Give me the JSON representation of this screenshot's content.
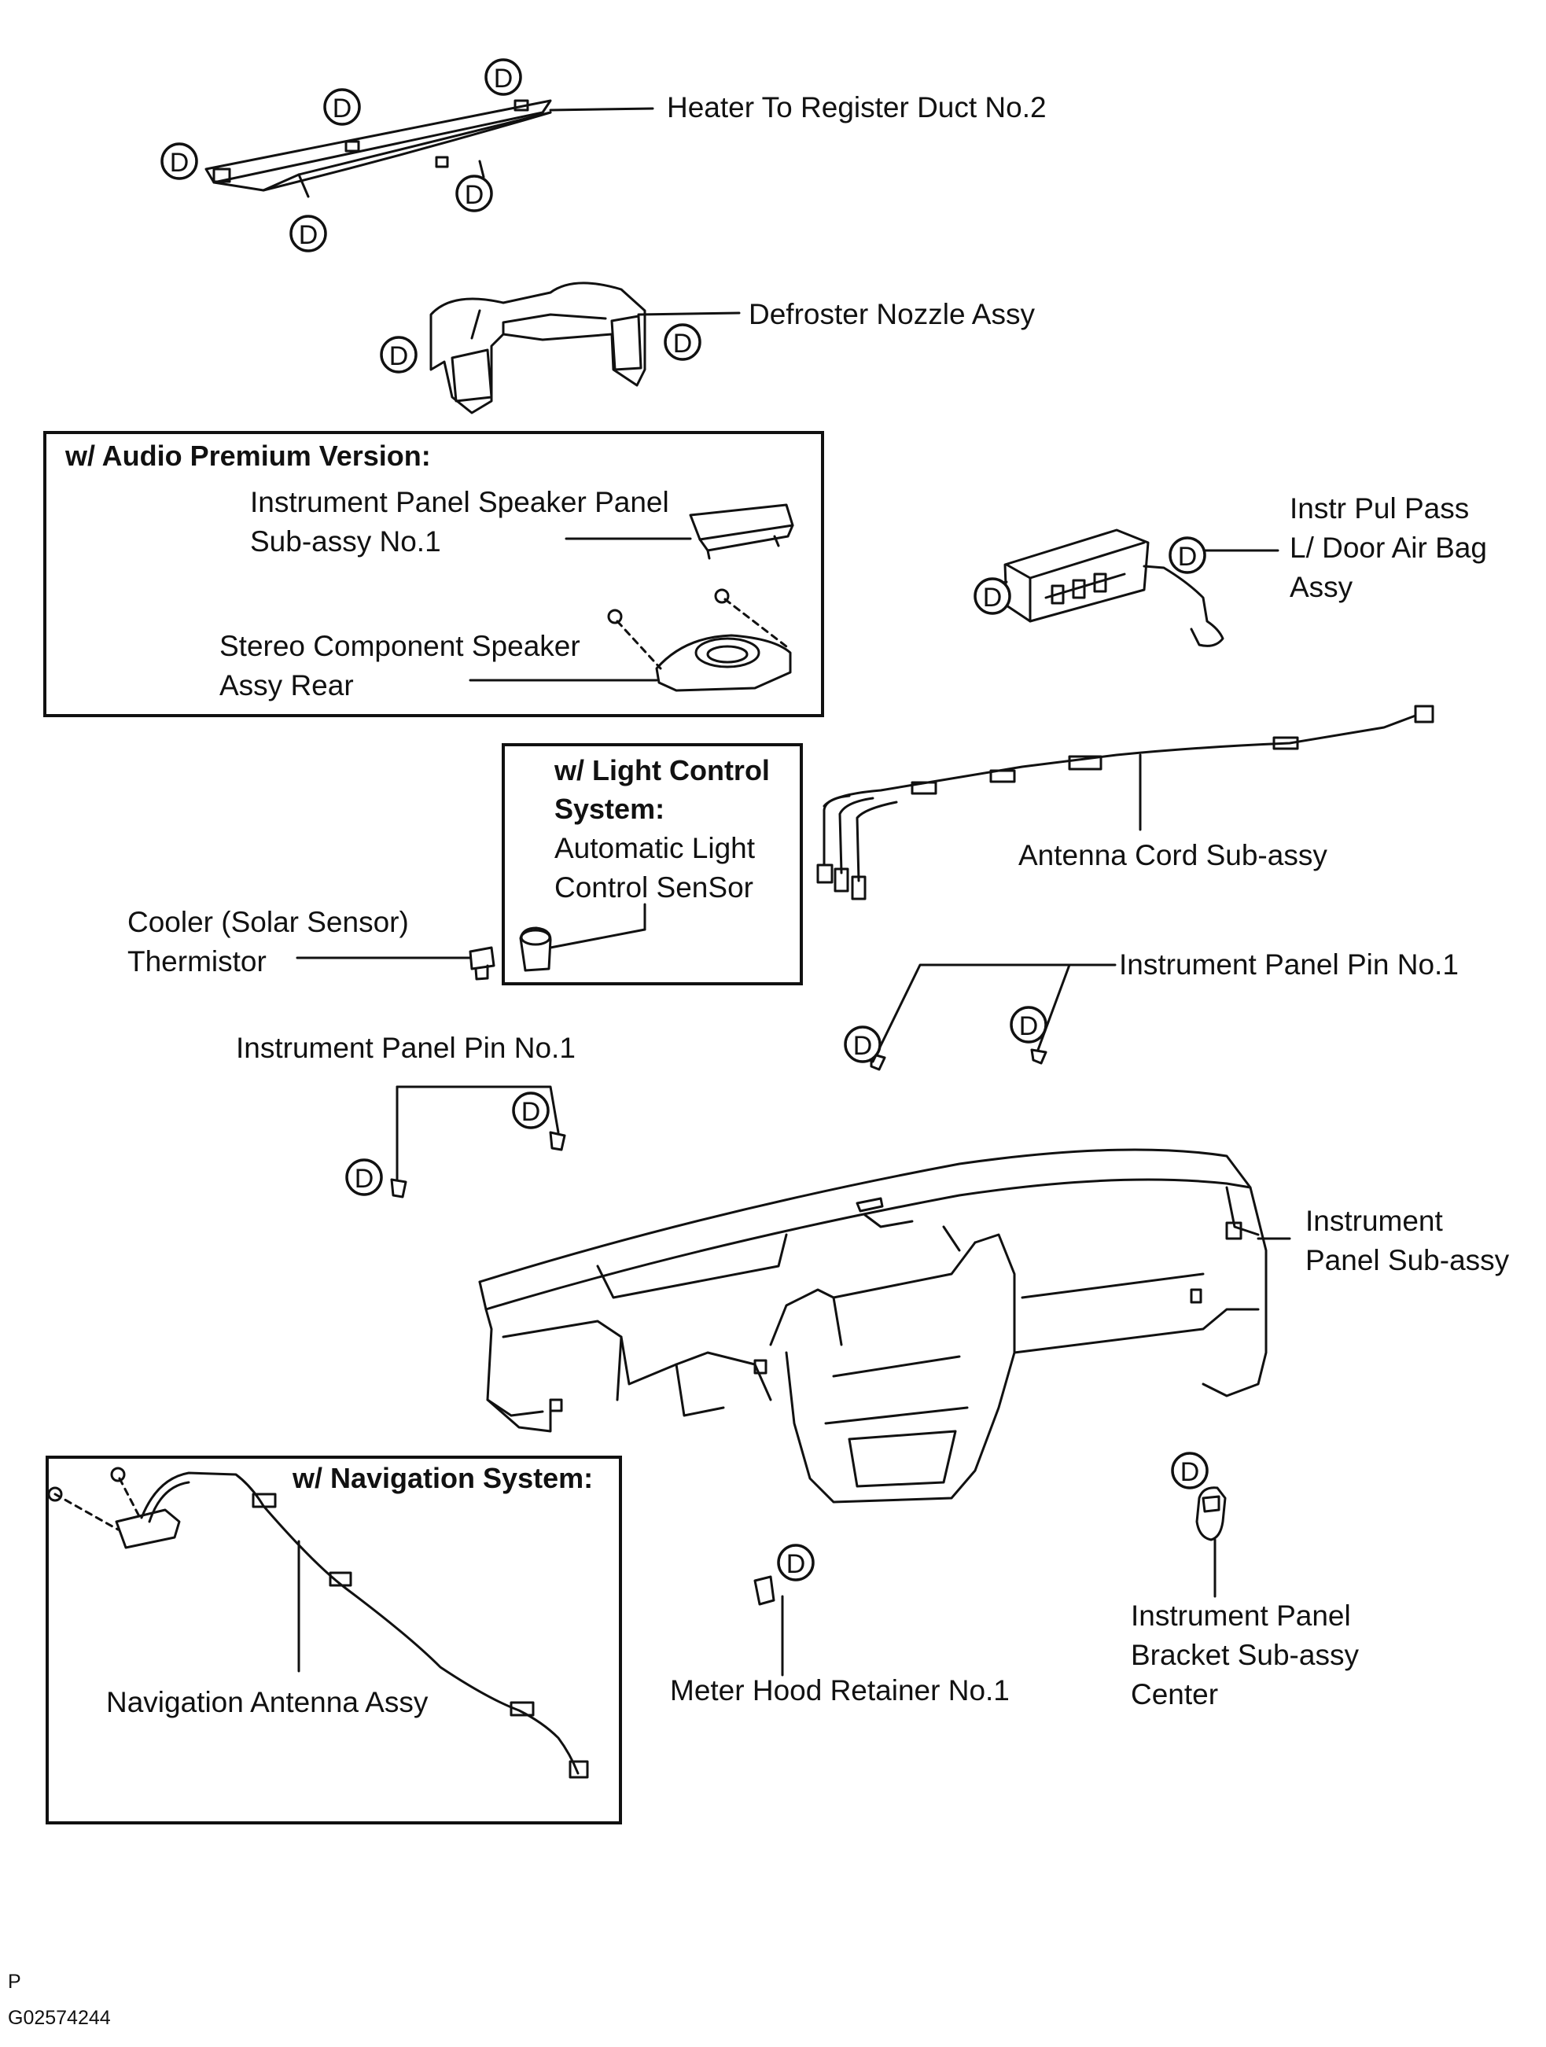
{
  "callout_letter": "D",
  "parts": {
    "heater_duct": "Heater To Register Duct No.2",
    "defroster": "Defroster Nozzle Assy",
    "speaker_panel_1": "Instrument Panel Speaker Panel",
    "speaker_panel_2": "Sub-assy No.1",
    "stereo_speaker_1": "Stereo Component Speaker",
    "stereo_speaker_2": "Assy Rear",
    "airbag_1": "Instr Pul Pass",
    "airbag_2": "L/ Door Air Bag",
    "airbag_3": "Assy",
    "auto_light_1": "Automatic Light",
    "auto_light_2": "Control SenSor",
    "antenna_cord": "Antenna Cord Sub-assy",
    "thermistor_1": "Cooler (Solar Sensor)",
    "thermistor_2": "Thermistor",
    "pin_right": "Instrument Panel Pin No.1",
    "pin_left": "Instrument Panel Pin No.1",
    "panel_1": "Instrument",
    "panel_2": "Panel Sub-assy",
    "nav_antenna": "Navigation Antenna Assy",
    "meter_hood": "Meter Hood Retainer No.1",
    "bracket_1": "Instrument Panel",
    "bracket_2": "Bracket Sub-assy",
    "bracket_3": "Center"
  },
  "boxes": {
    "audio": "w/ Audio Premium Version:",
    "light_1": "w/ Light Control",
    "light_2": "System:",
    "nav": "w/ Navigation System:"
  },
  "footer": {
    "code": "P",
    "id": "G02574244"
  }
}
